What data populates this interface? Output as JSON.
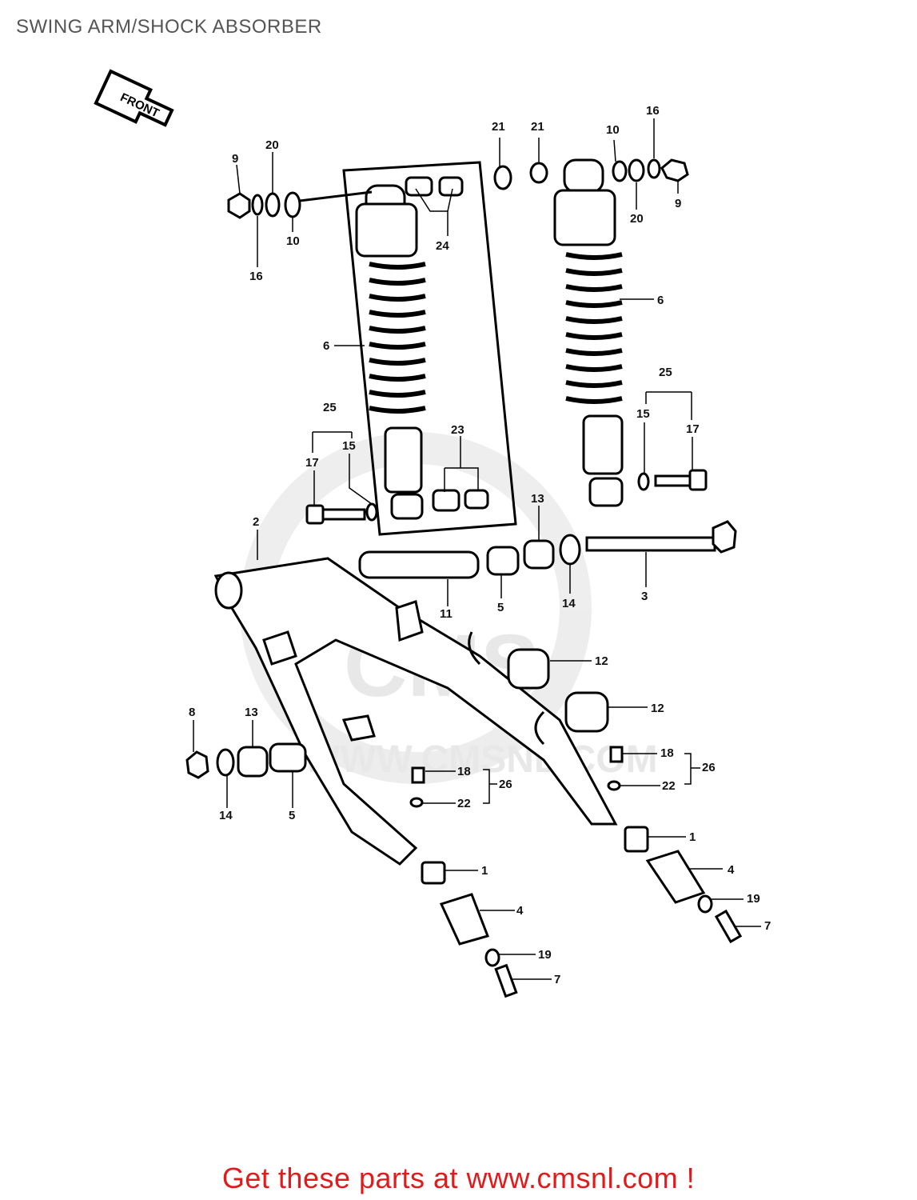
{
  "header": {
    "title": "SWING ARM/SHOCK ABSORBER"
  },
  "front_arrow": {
    "label": "FRONT"
  },
  "watermark": {
    "text": "WWW.CMSNL.COM",
    "logo": "CMS"
  },
  "callouts": [
    "9",
    "20",
    "10",
    "16",
    "24",
    "6",
    "25",
    "17",
    "15",
    "23",
    "21",
    "21",
    "10",
    "16",
    "9",
    "20",
    "6",
    "25",
    "15",
    "17",
    "13",
    "2",
    "11",
    "5",
    "14",
    "3",
    "12",
    "12",
    "8",
    "13",
    "14",
    "5",
    "18",
    "26",
    "22",
    "1",
    "4",
    "19",
    "7",
    "18",
    "26",
    "22",
    "1",
    "4",
    "19",
    "7"
  ],
  "footer": {
    "promo": "Get these parts at www.cmsnl.com !"
  }
}
